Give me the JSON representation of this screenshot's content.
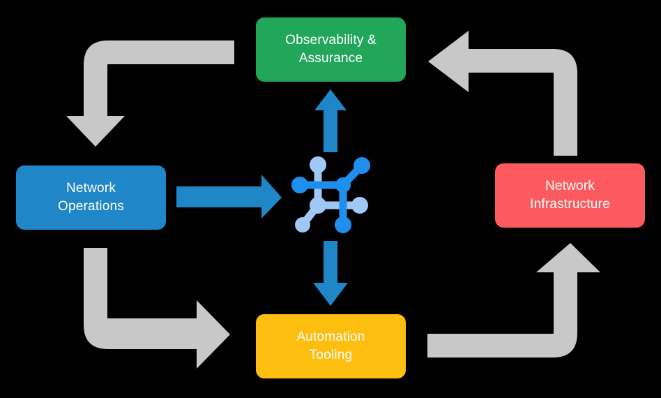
{
  "diagram": {
    "type": "cycle-diagram",
    "background_color": "#000000",
    "center_icon": {
      "name": "network-topology-icon",
      "color_primary": "#1F8FEF",
      "color_secondary": "#9FC8F7"
    },
    "nodes": [
      {
        "id": "observability-assurance",
        "label": "Observability &\nAssurance",
        "color": "#22A75A",
        "text_color": "#FFFFFF",
        "position": "top"
      },
      {
        "id": "network-operations",
        "label": "Network\nOperations",
        "color": "#1F87C7",
        "text_color": "#FFFFFF",
        "position": "left"
      },
      {
        "id": "network-infrastructure",
        "label": "Network\nInfrastructure",
        "color": "#FD5A5F",
        "text_color": "#FFFFFF",
        "position": "right"
      },
      {
        "id": "automation-tooling",
        "label": "Automation\nTooling",
        "color": "#FEBE10",
        "text_color": "#FFFFFF",
        "position": "bottom"
      }
    ],
    "connectors": [
      {
        "id": "observability-to-network-operations",
        "from": "observability-assurance",
        "to": "network-operations",
        "style": "elbow",
        "color": "#C8C8C8",
        "direction": "down"
      },
      {
        "id": "network-operations-to-automation-tooling",
        "from": "network-operations",
        "to": "automation-tooling",
        "style": "elbow",
        "color": "#C8C8C8",
        "direction": "right"
      },
      {
        "id": "automation-tooling-to-network-infrastructure",
        "from": "automation-tooling",
        "to": "network-infrastructure",
        "style": "elbow",
        "color": "#C8C8C8",
        "direction": "up"
      },
      {
        "id": "network-infrastructure-to-observability",
        "from": "network-infrastructure",
        "to": "observability-assurance",
        "style": "elbow",
        "color": "#C8C8C8",
        "direction": "left"
      },
      {
        "id": "center-to-observability",
        "from": "center",
        "to": "observability-assurance",
        "style": "straight",
        "color": "#1F87C7",
        "direction": "up"
      },
      {
        "id": "network-operations-to-center",
        "from": "network-operations",
        "to": "center",
        "style": "straight",
        "color": "#1F87C7",
        "direction": "right"
      },
      {
        "id": "center-to-automation-tooling",
        "from": "center",
        "to": "automation-tooling",
        "style": "straight",
        "color": "#1F87C7",
        "direction": "down"
      }
    ]
  }
}
